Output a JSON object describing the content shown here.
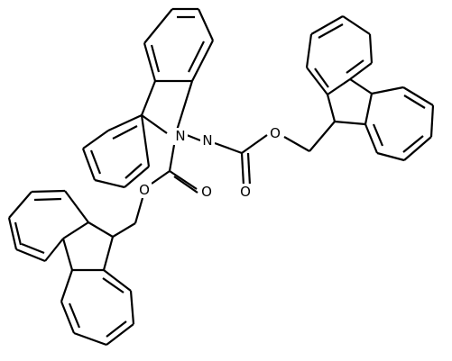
{
  "figure": {
    "kind": "chemical-structure",
    "background_color": "#ffffff",
    "line_color": "#000000"
  },
  "atoms": {
    "nitrogen_1": "N",
    "nitrogen_2": "N",
    "carbonyl_oxygen_1": "O",
    "ester_oxygen_1": "O",
    "carbonyl_oxygen_2": "O",
    "ester_oxygen_2": "O"
  }
}
